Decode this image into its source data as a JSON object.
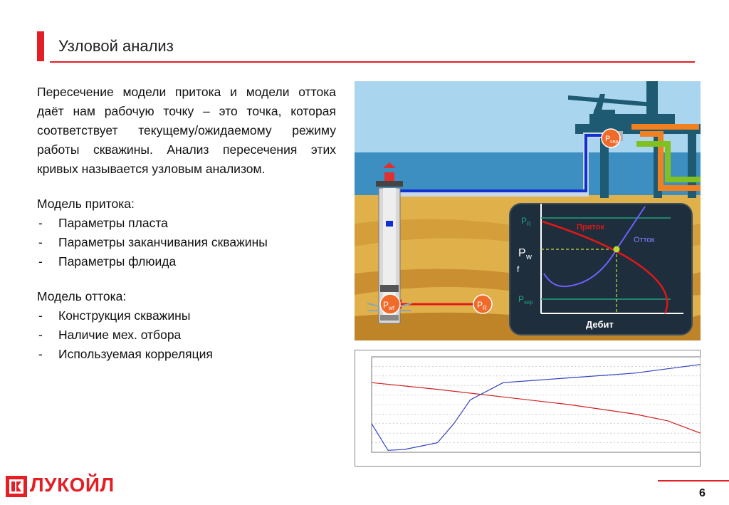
{
  "slide": {
    "title": "Узловой анализ",
    "page_number": "6"
  },
  "body": {
    "intro": "Пересечение модели притока и модели оттока даёт нам рабочую точку – это точка, которая соответствует текущему/ожидаемому режиму работы скважины. Анализ пересечения этих кривых называется узловым анализом.",
    "inflow_heading": "Модель притока:",
    "inflow_items": [
      "Параметры пласта",
      "Параметры заканчивания скважины",
      "Параметры флюида"
    ],
    "outflow_heading": "Модель оттока:",
    "outflow_items": [
      "Конструкция скважины",
      "Наличие мех. отбора",
      "Используемая корреляция"
    ],
    "dash": "-"
  },
  "diagram": {
    "pr_label": "P",
    "pr_sub": "R",
    "pwf_label": "P",
    "pwf_sub": "wf",
    "psep_label": "P",
    "psep_sub": "sep",
    "inset_pr": "P",
    "inset_pr_sub": "R",
    "inset_pw": "P",
    "inset_pw_sub": "w",
    "inset_f": "f",
    "inset_psep": "P",
    "inset_psep_sub": "sep",
    "inflow_curve_label": "Приток",
    "outflow_curve_label": "Отток",
    "x_axis_label": "Дебит"
  },
  "chart_data": {
    "type": "line",
    "title": "",
    "xlabel": "",
    "ylabel": "",
    "xlim": [
      0,
      100
    ],
    "ylim": [
      0,
      100
    ],
    "series": [
      {
        "color": "#d02020",
        "x": [
          0,
          20,
          40,
          60,
          80,
          90,
          100
        ],
        "y": [
          73,
          66,
          58,
          50,
          40,
          33,
          20
        ]
      },
      {
        "color": "#3040c0",
        "x": [
          0,
          5,
          10,
          20,
          25,
          30,
          40,
          60,
          80,
          100
        ],
        "y": [
          30,
          2,
          3,
          10,
          30,
          55,
          73,
          78,
          83,
          92
        ]
      }
    ]
  },
  "brand": {
    "name": "ЛУКОЙЛ",
    "red": "#e31e24"
  },
  "colors": {
    "sky": "#a9d5ef",
    "sea": "#3c8fc0",
    "ground": "#e0b14a",
    "platform": "#1f5a73",
    "inset_bg": "#1e2e3c",
    "inflow": "#e01818",
    "outflow": "#7060ff",
    "pipe": "#1030d0"
  }
}
